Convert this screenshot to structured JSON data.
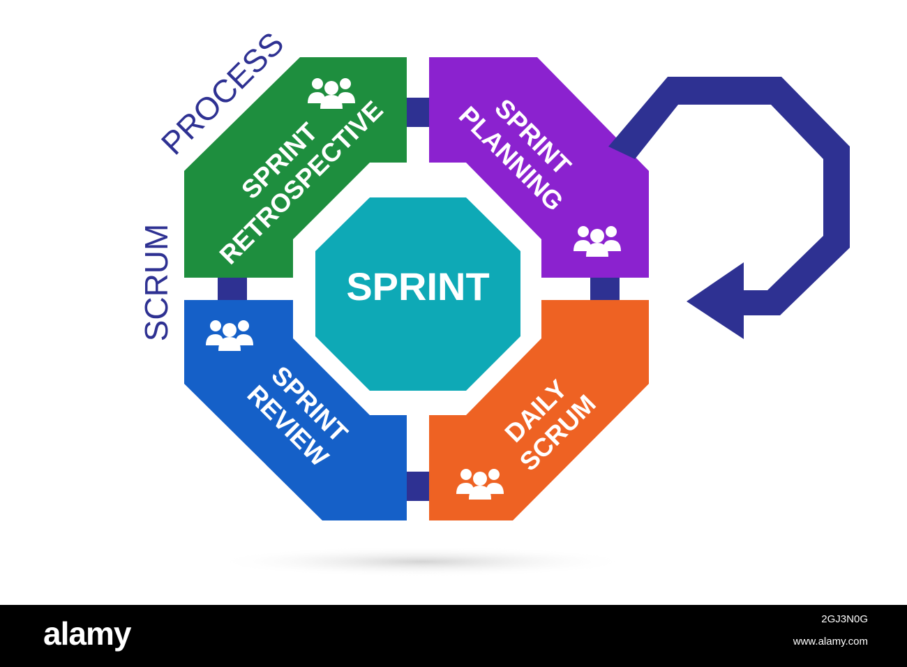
{
  "diagram": {
    "center_label": "SPRINT",
    "side_labels": {
      "process": "PROCESS",
      "scrum": "SCRUM"
    },
    "segments": {
      "retrospective": {
        "line1": "SPRINT",
        "line2": "RETROSPECTIVE",
        "color": "#1e8e3e"
      },
      "planning": {
        "line1": "SPRINT",
        "line2": "PLANNING",
        "color": "#8b22cf"
      },
      "review": {
        "line1": "SPRINT",
        "line2": "REVIEW",
        "color": "#1560c8"
      },
      "daily": {
        "line1": "DAILY",
        "line2": "SCRUM",
        "color": "#ee6223"
      }
    },
    "colors": {
      "center": "#0ea9b6",
      "arrow": "#2e3192",
      "connector": "#2e3192",
      "side_text": "#2e3192"
    },
    "icons": [
      "team-icon",
      "team-icon",
      "team-icon",
      "team-icon"
    ]
  },
  "footer": {
    "logo": "alamy",
    "image_id": "2GJ3N0G",
    "site": "www.alamy.com"
  }
}
